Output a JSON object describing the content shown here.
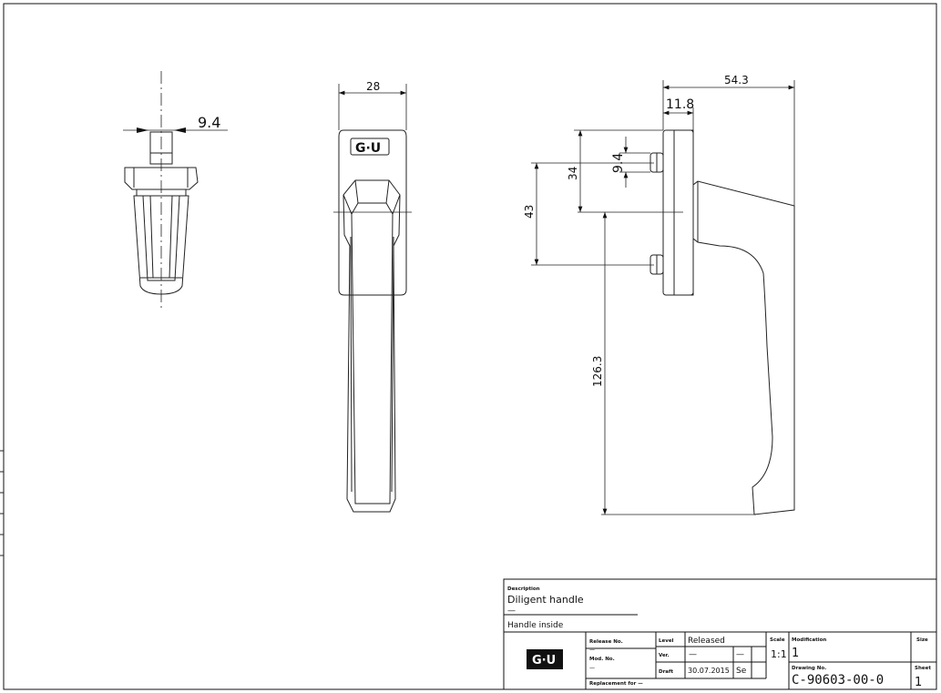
{
  "views": {
    "top": {
      "dim_width": "9.4"
    },
    "front": {
      "dim_width": "28",
      "logo": "G·U"
    },
    "side": {
      "dim_overall": "54.3",
      "dim_rose": "11.8",
      "dim_34": "34",
      "dim_pin": "9.4",
      "dim_43": "43",
      "dim_length": "126.3"
    }
  },
  "title_block": {
    "description_label": "Description",
    "description": "Diligent handle",
    "description_dash": "—",
    "subtitle": "Handle inside",
    "logo": "G·U",
    "release_no_label": "Release No.",
    "release_no_value": "—",
    "mod_no_label": "Mod. No.",
    "mod_no_value": "—",
    "replacement_label": "Replacement for —",
    "level_label": "Level",
    "level_value": "Released",
    "ver_label": "Ver.",
    "ver_value": "—",
    "ver_value2": "—",
    "draft_label": "Draft",
    "draft_date": "30.07.2015",
    "draft_initials": "Se",
    "scale_label": "Scale",
    "scale_value": "1:1",
    "modification_label": "Modification",
    "modification_value": "1",
    "size_label": "Size",
    "size_value": "",
    "drawing_no_label": "Drawing No.",
    "drawing_no": "C-90603-00-0",
    "sheet_label": "Sheet",
    "sheet_value": "1"
  }
}
